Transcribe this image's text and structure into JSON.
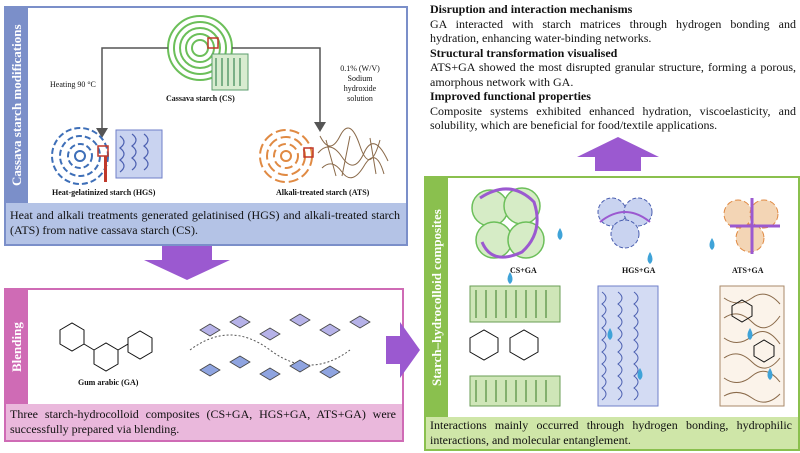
{
  "colors": {
    "blue_border": "#7b8fc9",
    "blue_fill": "#b4c3e6",
    "pink_border": "#cf6bb5",
    "pink_fill": "#eab8dc",
    "green_border": "#8ac04e",
    "green_fill": "#cfe6a8",
    "arrow_purple": "#9b59d0"
  },
  "modifications": {
    "side_label": "Cassava starch modifications",
    "heating": "Heating 90 °C",
    "alkali_l1": "0.1% (W/V)",
    "alkali_l2": "Sodium",
    "alkali_l3": "hydroxide",
    "alkali_l4": "solution",
    "cs_label": "Cassava starch (CS)",
    "hgs_label": "Heat-gelatinized starch (HGS)",
    "ats_label": "Alkali-treated starch (ATS)",
    "summary": "Heat and alkali treatments generated gelatinised (HGS) and alkali-treated starch (ATS) from native cassava starch (CS)."
  },
  "blending": {
    "side_label": "Blending",
    "ga_label": "Gum arabic (GA)",
    "summary": "Three starch-hydrocolloid composites (CS+GA, HGS+GA, ATS+GA) were successfully prepared via blending."
  },
  "composites": {
    "side_label": "Starch–hydrocolloid composites",
    "cs_ga": "CS+GA",
    "hgs_ga": "HGS+GA",
    "ats_ga": "ATS+GA",
    "summary": "Interactions mainly occurred through hydrogen bonding, hydrophilic interactions, and molecular entanglement."
  },
  "findings": {
    "h1": "Disruption and interaction mechanisms",
    "p1": "GA interacted with starch matrices through hydrogen bonding and hydration, enhancing water-binding networks.",
    "h2": "Structural transformation visualised",
    "p2": "ATS+GA showed the most disrupted granular structure, forming a porous, amorphous network with GA.",
    "h3": "Improved functional properties",
    "p3": "Composite systems exhibited enhanced hydration, viscoelasticity, and solubility, which are beneficial for food/textile applications."
  }
}
